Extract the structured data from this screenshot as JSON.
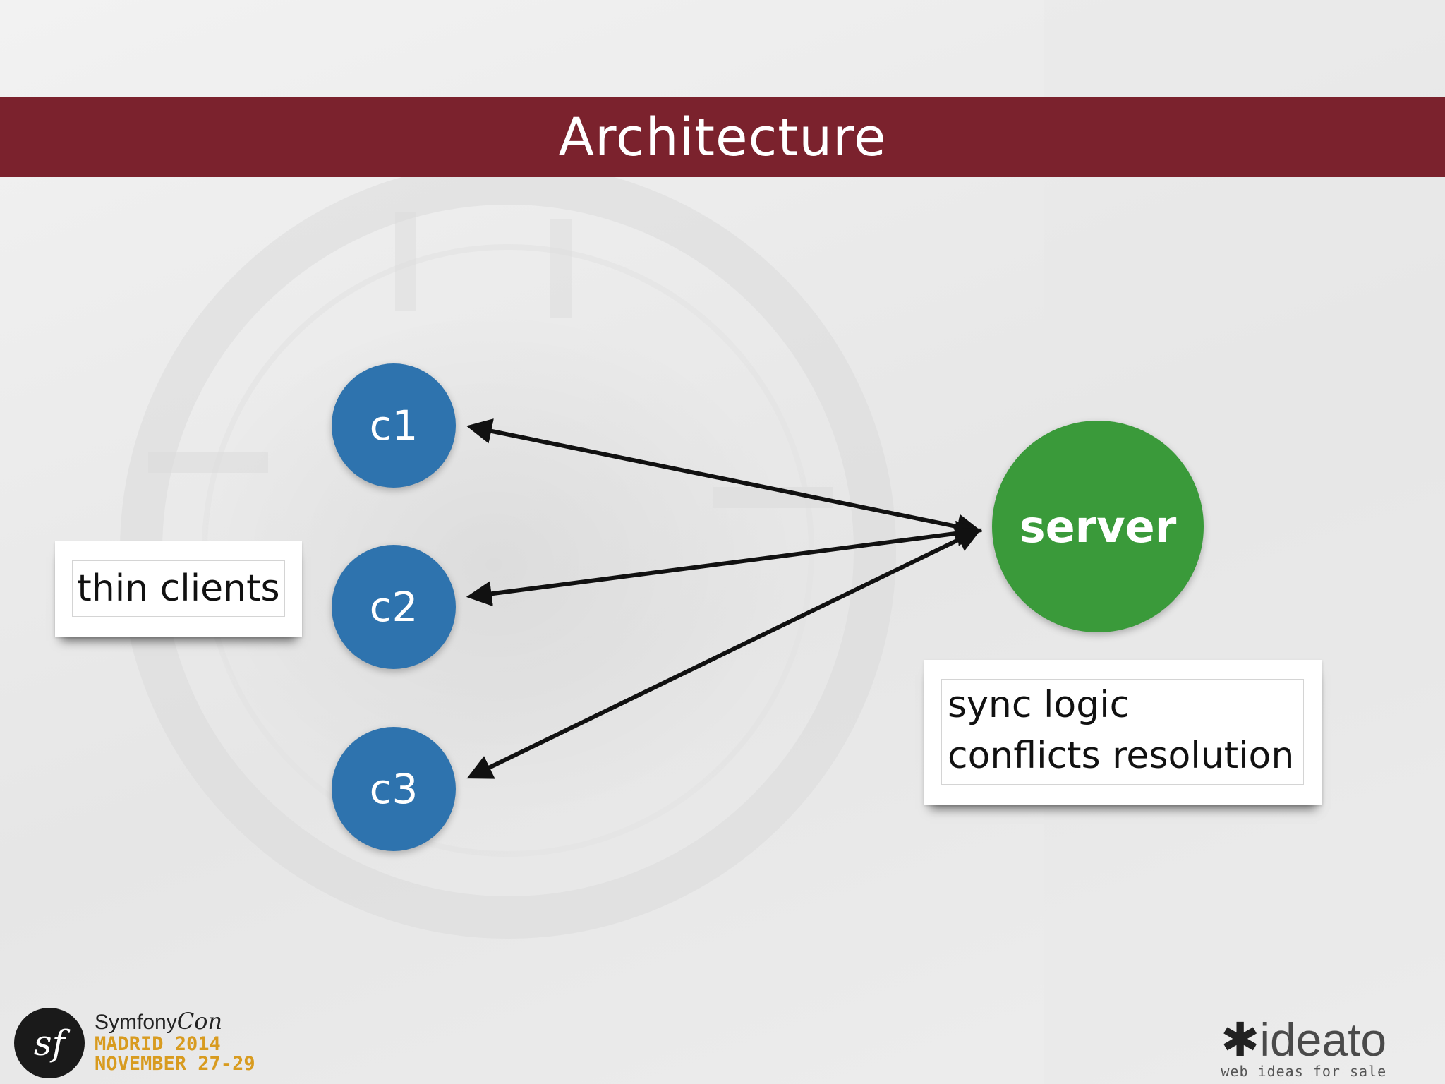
{
  "slide": {
    "title": "Architecture"
  },
  "diagram": {
    "clients": [
      {
        "label": "c1"
      },
      {
        "label": "c2"
      },
      {
        "label": "c3"
      }
    ],
    "server": {
      "label": "server"
    },
    "notes": {
      "clients_note": "thin clients",
      "server_note_line1": "sync logic",
      "server_note_line2": "conflicts resolution"
    },
    "colors": {
      "title_bar": "#7b222d",
      "client": "#2e73ae",
      "server": "#3a9a3a"
    }
  },
  "footer": {
    "symfony_logo_text": "sf",
    "symfony_con_line1": "Symfony",
    "symfony_con_line1_script": "Con",
    "symfony_con_line2": "MADRID 2014",
    "symfony_con_line3": "NOVEMBER 27-29",
    "ideato_name": "ideato",
    "ideato_tagline": "web ideas for sale"
  }
}
